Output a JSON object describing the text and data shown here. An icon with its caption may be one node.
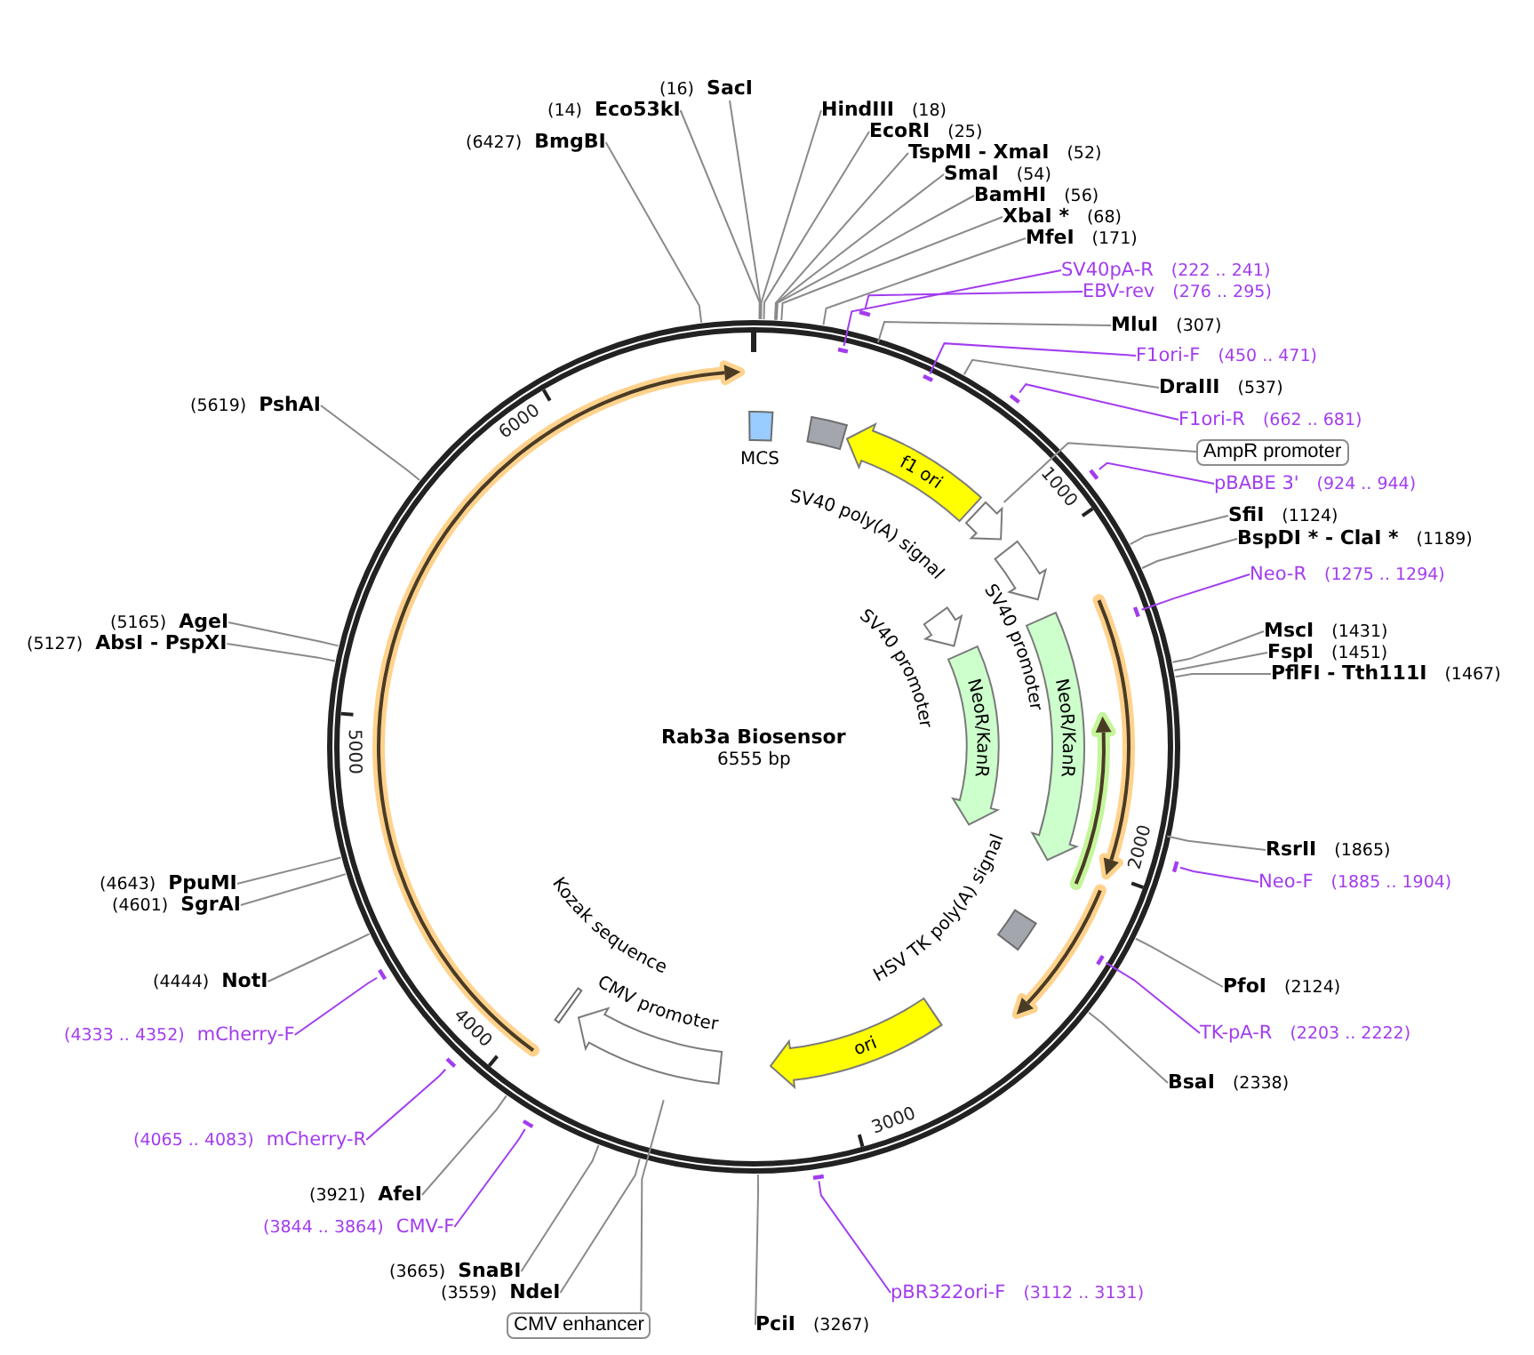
{
  "diagram": {
    "title": "Rab3a Biosensor",
    "nodes": [
      {
        "text": [
          "(6427)",
          "BmgBI"
        ]
      },
      {
        "text": [
          "(14)",
          "Eco53kI"
        ]
      },
      {
        "text": [
          "(16)",
          "SacI"
        ]
      },
      {
        "text": [
          "HindIII",
          "(18)"
        ]
      },
      {
        "text": [
          "EcoRI",
          "(25)"
        ]
      },
      {
        "text": [
          "TspMI - XmaI",
          "(52)"
        ]
      },
      {
        "text": [
          "SmaI",
          "(54)"
        ]
      },
      {
        "text": [
          "BamHI",
          "(56)"
        ]
      },
      {
        "text": [
          "XbaI *",
          "(68)"
        ]
      },
      {
        "text": [
          "MfeI",
          "(171)"
        ]
      },
      {
        "text": [
          "SV40pA-R",
          "(222 .. 241)"
        ]
      },
      {
        "text": [
          "EBV-rev",
          "(276 .. 295)"
        ]
      },
      {
        "text": [
          "MluI",
          "(307)"
        ]
      },
      {
        "text": [
          "F1ori-F",
          "(450 .. 471)"
        ]
      },
      {
        "text": [
          "DraIII",
          "(537)"
        ]
      },
      {
        "text": [
          "F1ori-R",
          "(662 .. 681)"
        ]
      },
      {
        "text": [
          "AmpR promoter"
        ]
      },
      {
        "text": [
          "pBABE 3'",
          "(924 .. 944)"
        ]
      },
      {
        "text": [
          "SfiI",
          "(1124)"
        ]
      },
      {
        "text": [
          "BspDI * - ClaI *",
          "(1189)"
        ]
      },
      {
        "text": [
          "Neo-R",
          "(1275 .. 1294)"
        ]
      },
      {
        "text": [
          "MscI",
          "(1431)"
        ]
      },
      {
        "text": [
          "FspI",
          "(1451)"
        ]
      },
      {
        "text": [
          "PflFI - Tth111I",
          "(1467)"
        ]
      },
      {
        "text": [
          "RsrII",
          "(1865)"
        ]
      },
      {
        "text": [
          "Neo-F",
          "(1885 .. 1904)"
        ]
      },
      {
        "text": [
          "PfoI",
          "(2124)"
        ]
      },
      {
        "text": [
          "TK-pA-R",
          "(2203 .. 2222)"
        ]
      },
      {
        "text": [
          "BsaI",
          "(2338)"
        ]
      },
      {
        "text": [
          "pBR322ori-F",
          "(3112 .. 3131)"
        ]
      },
      {
        "text": [
          "PciI",
          "(3267)"
        ]
      },
      {
        "text": [
          "CMV enhancer"
        ]
      },
      {
        "text": [
          "(3559)",
          "NdeI"
        ]
      },
      {
        "text": [
          "(3665)",
          "SnaBI"
        ]
      },
      {
        "text": [
          "(3844 .. 3864)",
          "CMV-F"
        ]
      },
      {
        "text": [
          "(3921)",
          "AfeI"
        ]
      },
      {
        "text": [
          "(4065 .. 4083)",
          "mCherry-R"
        ]
      },
      {
        "text": [
          "(4333 .. 4352)",
          "mCherry-F"
        ]
      },
      {
        "text": [
          "(4444)",
          "NotI"
        ]
      },
      {
        "text": [
          "(4601)",
          "SgrAI"
        ]
      },
      {
        "text": [
          "(4643)",
          "PpuMI"
        ]
      },
      {
        "text": [
          "(5127)",
          "AbsI - PspXI"
        ]
      },
      {
        "text": [
          "(5165)",
          "AgeI"
        ]
      },
      {
        "text": [
          "(5619)",
          "PshAI"
        ]
      },
      {
        "text": [
          "MCS"
        ]
      },
      {
        "text": [
          "SV40 poly(A) signal"
        ]
      },
      {
        "text": [
          "f1 ori"
        ]
      },
      {
        "text": [],
        "shape": "arrow"
      },
      {
        "text": [
          "SV40 promoter"
        ]
      },
      {
        "text": [
          "NeoR/KanR"
        ]
      },
      {
        "text": [
          "SV40 promoter"
        ]
      },
      {
        "text": [
          "NeoR/KanR"
        ]
      },
      {
        "text": [
          "HSV TK poly(A) signal"
        ]
      },
      {
        "text": [
          "ori"
        ]
      },
      {
        "text": [
          "CMV promoter"
        ]
      },
      {
        "text": [
          "Kozak sequence"
        ]
      },
      {
        "text": [],
        "shape": "bar"
      },
      {
        "text": [],
        "shape": "bar"
      },
      {
        "text": [],
        "shape": "bar"
      },
      {
        "text": [],
        "shape": "bar"
      },
      {
        "text": [],
        "shape": "bar"
      },
      {
        "text": [],
        "shape": "bar"
      },
      {
        "text": [],
        "shape": "bar"
      },
      {
        "text": [],
        "shape": "bar"
      },
      {
        "text": [],
        "shape": "bar"
      },
      {
        "text": [],
        "shape": "bar"
      },
      {
        "text": [],
        "shape": "bar"
      },
      {
        "text": [],
        "shape": "bar"
      }
    ],
    "edges": [
      {
        "from": 0,
        "to": null,
        "arrow": "none"
      },
      {
        "from": 1,
        "to": null,
        "arrow": "none"
      },
      {
        "from": 2,
        "to": null,
        "arrow": "none"
      },
      {
        "from": 3,
        "to": null,
        "arrow": "none"
      },
      {
        "from": 4,
        "to": null,
        "arrow": "none"
      },
      {
        "from": 5,
        "to": null,
        "arrow": "none"
      },
      {
        "from": 6,
        "to": null,
        "arrow": "none"
      },
      {
        "from": 7,
        "to": null,
        "arrow": "none"
      },
      {
        "from": 8,
        "to": null,
        "arrow": "none"
      },
      {
        "from": 9,
        "to": null,
        "arrow": "none"
      },
      {
        "from": 10,
        "to": 56,
        "arrow": "none",
        "color": "#a23cf0"
      },
      {
        "from": 11,
        "to": 57,
        "arrow": "none",
        "color": "#a23cf0"
      },
      {
        "from": 12,
        "to": null,
        "arrow": "none"
      },
      {
        "from": 13,
        "to": 58,
        "arrow": "none",
        "color": "#a23cf0"
      },
      {
        "from": 14,
        "to": null,
        "arrow": "none"
      },
      {
        "from": 15,
        "to": 59,
        "arrow": "none",
        "color": "#a23cf0"
      },
      {
        "from": 16,
        "to": 47,
        "arrow": "none"
      },
      {
        "from": 17,
        "to": 60,
        "arrow": "none",
        "color": "#a23cf0"
      },
      {
        "from": 18,
        "to": null,
        "arrow": "none"
      },
      {
        "from": 19,
        "to": null,
        "arrow": "none"
      },
      {
        "from": 20,
        "to": 61,
        "arrow": "none",
        "color": "#a23cf0"
      },
      {
        "from": 21,
        "to": null,
        "arrow": "none"
      },
      {
        "from": 22,
        "to": null,
        "arrow": "none"
      },
      {
        "from": 23,
        "to": null,
        "arrow": "none"
      },
      {
        "from": 24,
        "to": null,
        "arrow": "none"
      },
      {
        "from": 25,
        "to": 62,
        "arrow": "none",
        "color": "#a23cf0"
      },
      {
        "from": 26,
        "to": null,
        "arrow": "none"
      },
      {
        "from": 27,
        "to": 63,
        "arrow": "none",
        "color": "#a23cf0"
      },
      {
        "from": 28,
        "to": null,
        "arrow": "none"
      },
      {
        "from": 29,
        "to": 64,
        "arrow": "none",
        "color": "#a23cf0"
      },
      {
        "from": 30,
        "to": null,
        "arrow": "none"
      },
      {
        "from": 31,
        "to": null,
        "arrow": "none"
      },
      {
        "from": 32,
        "to": null,
        "arrow": "none"
      },
      {
        "from": 33,
        "to": null,
        "arrow": "none"
      },
      {
        "from": 34,
        "to": 65,
        "arrow": "none",
        "color": "#a23cf0"
      },
      {
        "from": 35,
        "to": null,
        "arrow": "none"
      },
      {
        "from": 36,
        "to": 66,
        "arrow": "none",
        "color": "#a23cf0"
      },
      {
        "from": 37,
        "to": 67,
        "arrow": "none",
        "color": "#a23cf0"
      },
      {
        "from": 38,
        "to": null,
        "arrow": "none"
      },
      {
        "from": 39,
        "to": null,
        "arrow": "none"
      },
      {
        "from": 40,
        "to": null,
        "arrow": "none"
      },
      {
        "from": 41,
        "to": null,
        "arrow": "none"
      },
      {
        "from": 42,
        "to": null,
        "arrow": "none"
      },
      {
        "from": 43,
        "to": null,
        "arrow": "none"
      }
    ],
    "labels": [
      "6555 bp",
      "1000",
      "2000",
      "3000",
      "4000",
      "5000",
      "6000"
    ]
  }
}
